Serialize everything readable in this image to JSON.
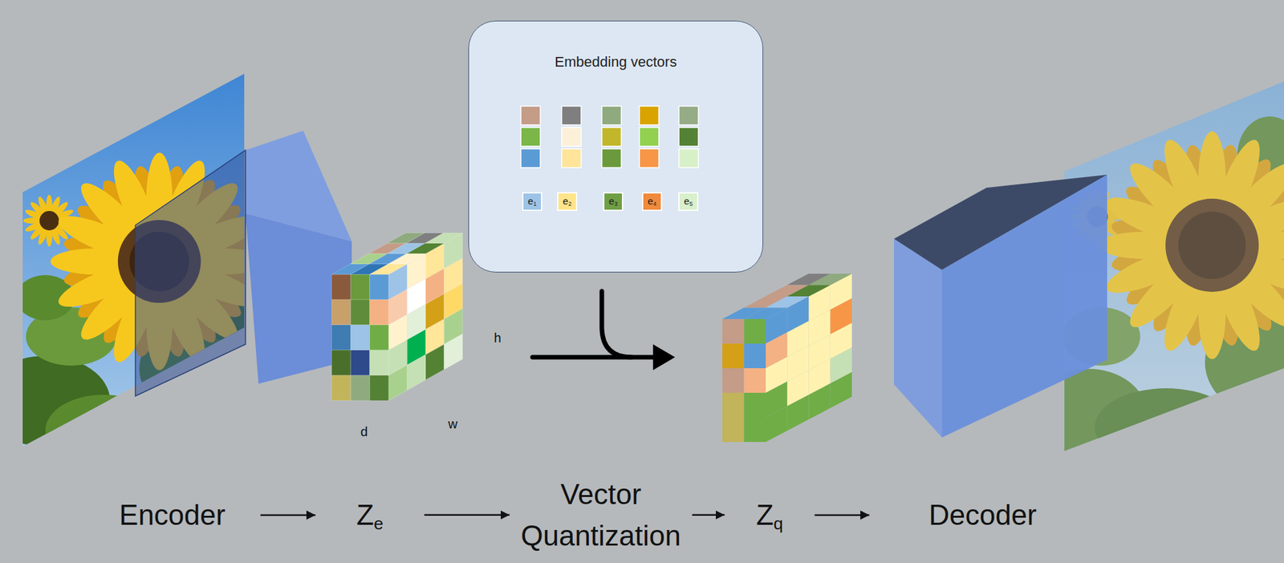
{
  "diagram": {
    "nodes": [
      {
        "text": [
          "Embedding vectors"
        ]
      },
      {
        "text": [
          "e1"
        ],
        "in": 0
      },
      {
        "text": [
          "e2"
        ],
        "in": 0
      },
      {
        "text": [
          "e3"
        ],
        "in": 0
      },
      {
        "text": [
          "e4"
        ],
        "in": 0
      },
      {
        "text": [
          "e5"
        ],
        "in": 0
      },
      {
        "text": [
          "Encoder"
        ]
      },
      {
        "text": [
          "Ze"
        ]
      },
      {
        "text": [
          "Vector Quantization"
        ]
      },
      {
        "text": [
          "Zq"
        ]
      },
      {
        "text": [
          "Decoder"
        ]
      }
    ],
    "edges": [
      {
        "from": 6,
        "to": 7,
        "arrow": "to"
      },
      {
        "from": 7,
        "to": 8,
        "arrow": "to"
      },
      {
        "from": 8,
        "to": 9,
        "arrow": "to"
      },
      {
        "from": 9,
        "to": 10,
        "arrow": "to"
      }
    ],
    "labels": [
      "h",
      "d",
      "w"
    ]
  }
}
